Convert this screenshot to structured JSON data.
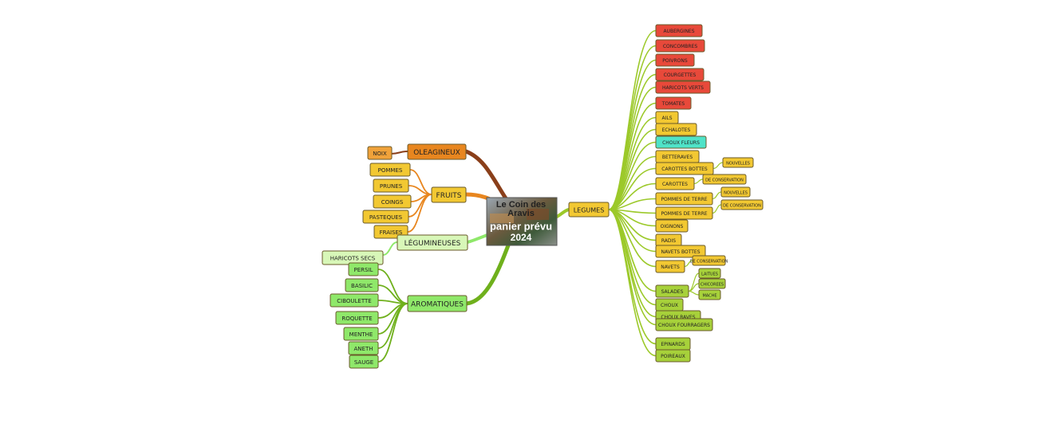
{
  "center": {
    "title_line1": "Le Coin des",
    "title_line2": "Aravis",
    "subtitle_line1": "panier prévu",
    "subtitle_line2": "2024"
  },
  "colors": {
    "orange": "#f0a23a",
    "dark_orange": "#e8861f",
    "yellow": "#f2c832",
    "red": "#e8493a",
    "light_green": "#8fe86a",
    "pale_green": "#d8f7b8",
    "lime": "#a7d13a",
    "cyan": "#4fe3c8",
    "branch_brown": "#8a3f1a",
    "branch_green": "#6fb01c",
    "branch_lime": "#9cc92a"
  },
  "branches": {
    "oleagineux": {
      "label": "OLEAGINEUX",
      "items": [
        "NOIX"
      ]
    },
    "fruits": {
      "label": "FRUITS",
      "items": [
        "POMMES",
        "PRUNES",
        "COINGS",
        "PASTEQUES",
        "FRAISES"
      ]
    },
    "legumineuses": {
      "label": "LÉGUMINEUSES",
      "items": [
        "HARICOTS SECS"
      ]
    },
    "aromatiques": {
      "label": "AROMATIQUES",
      "items": [
        "PERSIL",
        "BASILIC",
        "CIBOULETTE",
        "ROQUETTE",
        "MENTHE",
        "ANETH",
        "SAUGE"
      ]
    },
    "legumes": {
      "label": "LEGUMES",
      "items": [
        {
          "label": "AUBERGINES"
        },
        {
          "label": "CONCOMBRES"
        },
        {
          "label": "POIVRONS"
        },
        {
          "label": "COURGETTES"
        },
        {
          "label": "HARICOTS VERTS"
        },
        {
          "label": "TOMATES"
        },
        {
          "label": "AILS"
        },
        {
          "label": "ECHALOTES"
        },
        {
          "label": "CHOUX FLEURS"
        },
        {
          "label": "BETTERAVES"
        },
        {
          "label": "CAROTTES BOTTES",
          "sub": [
            "NOUVELLES"
          ]
        },
        {
          "label": "CAROTTES",
          "sub": [
            "DE CONSERVATION"
          ]
        },
        {
          "label": "POMMES DE TERRE",
          "sub": [
            "NOUVELLES"
          ]
        },
        {
          "label": "POMMES DE TERRE",
          "sub": [
            "DE CONSERVATION"
          ]
        },
        {
          "label": "OIGNONS"
        },
        {
          "label": "RADIS"
        },
        {
          "label": "NAVETS BOTTES"
        },
        {
          "label": "NAVETS",
          "sub": [
            "DE CONSERVATION"
          ]
        },
        {
          "label": "SALADES",
          "sub": [
            "LAITUES",
            "CHICOREES",
            "MACHE"
          ]
        },
        {
          "label": "CHOUX"
        },
        {
          "label": "CHOUX RAVES"
        },
        {
          "label": "CHOUX FOURRAGERS"
        },
        {
          "label": "EPINARDS"
        },
        {
          "label": "POIREAUX"
        }
      ]
    }
  }
}
